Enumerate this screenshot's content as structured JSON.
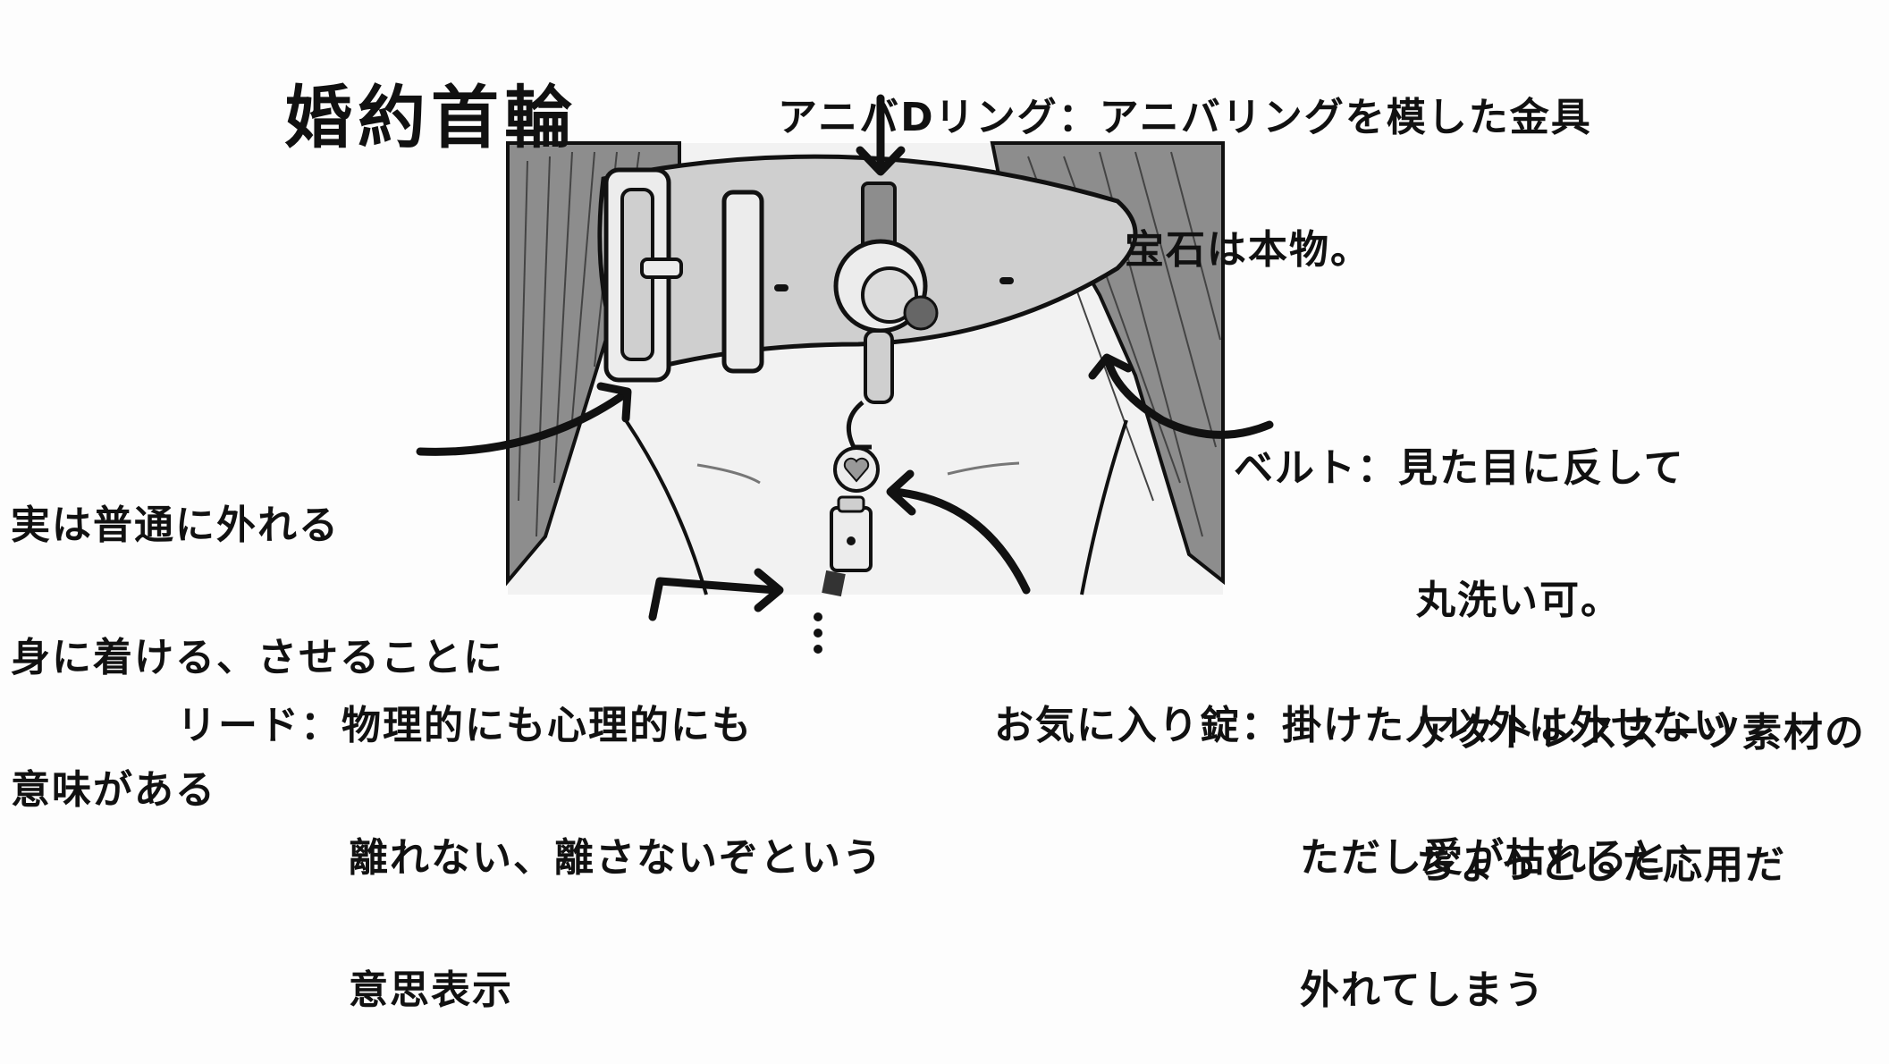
{
  "title": "婚約首輪",
  "annotations": {
    "ring": {
      "lines": [
        "アニバDリング：アニバリングを模した金具",
        "宝石は本物。"
      ]
    },
    "belt": {
      "lines": [
        "ベルト：見た目に反して",
        "丸洗い可。",
        "アクトレススーツ素材の",
        "ちょっとした応用だ"
      ]
    },
    "removable": {
      "lines": [
        "実は普通に外れる",
        "身に着ける、させることに",
        "意味がある"
      ]
    },
    "leash": {
      "lines": [
        "リード：物理的にも心理的にも",
        "離れない、離さないぞという",
        "意思表示"
      ]
    },
    "lock": {
      "lines": [
        "お気に入り錠：掛けた人以外は外せない",
        "ただし愛が枯れると",
        "外れてしまう"
      ]
    }
  },
  "colors": {
    "ink": "#111111",
    "collar": "#cfcfcf",
    "skin": "#f2f2f2",
    "hair": "#8d8d8d",
    "gem": "#666666"
  }
}
